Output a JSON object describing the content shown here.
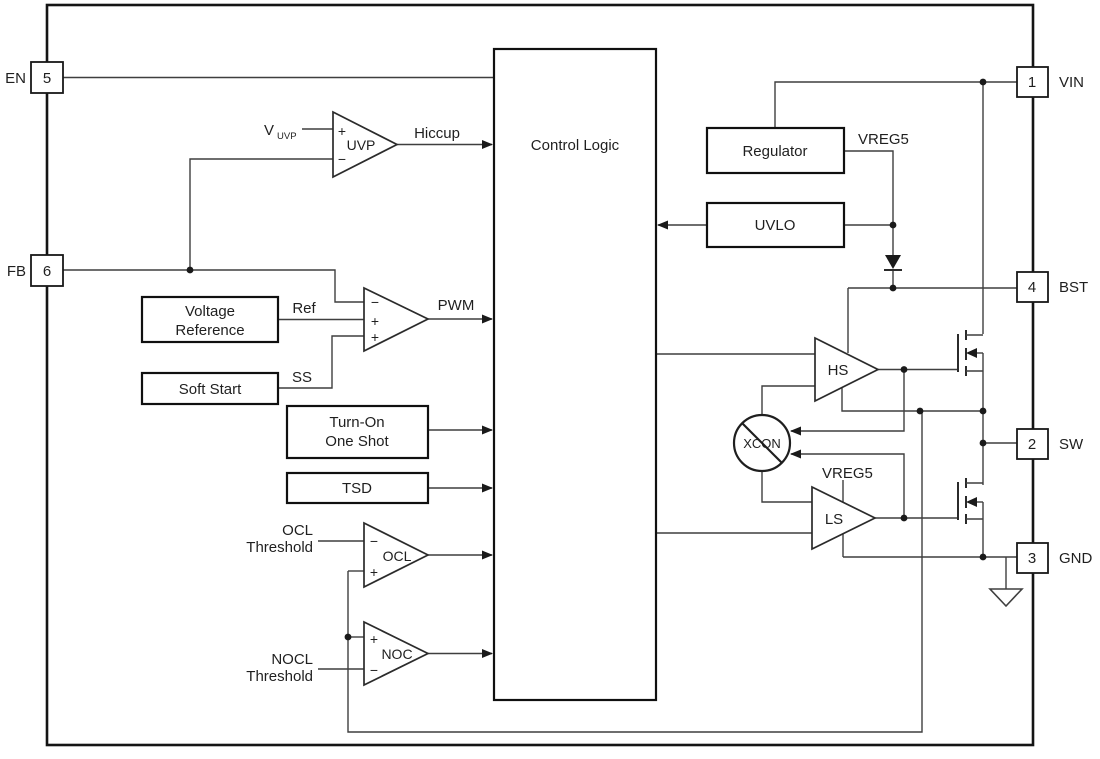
{
  "pins": {
    "en": {
      "number": "5",
      "label": "EN"
    },
    "fb": {
      "number": "6",
      "label": "FB"
    },
    "vin": {
      "number": "1",
      "label": "VIN"
    },
    "bst": {
      "number": "4",
      "label": "BST"
    },
    "sw": {
      "number": "2",
      "label": "SW"
    },
    "gnd": {
      "number": "3",
      "label": "GND"
    }
  },
  "blocks": {
    "control_logic": "Control Logic",
    "voltage_reference": {
      "line1": "Voltage",
      "line2": "Reference"
    },
    "soft_start": "Soft Start",
    "turn_on_one_shot": {
      "line1": "Turn-On",
      "line2": "One Shot"
    },
    "tsd": "TSD",
    "regulator": "Regulator",
    "uvlo": "UVLO"
  },
  "amplifiers": {
    "uvp": "UVP",
    "ocl": "OCL",
    "noc": "NOC",
    "hs": "HS",
    "ls": "LS",
    "xcon": "XCON"
  },
  "signals": {
    "hiccup": "Hiccup",
    "pwm": "PWM",
    "ref": "Ref",
    "ss": "SS",
    "vreg5_regulator": "VREG5",
    "vreg5_ls": "VREG5",
    "vuvp_base": "V",
    "vuvp_sub": "UVP",
    "plus": "+",
    "minus": "−",
    "ocl_threshold": {
      "line1": "OCL",
      "line2": "Threshold"
    },
    "nocl_threshold": {
      "line1": "NOCL",
      "line2": "Threshold"
    }
  },
  "colors": {
    "line": "#3f3f3f",
    "block_border": "#101010",
    "background": "#ffffff",
    "text": "#1f1f1f"
  }
}
